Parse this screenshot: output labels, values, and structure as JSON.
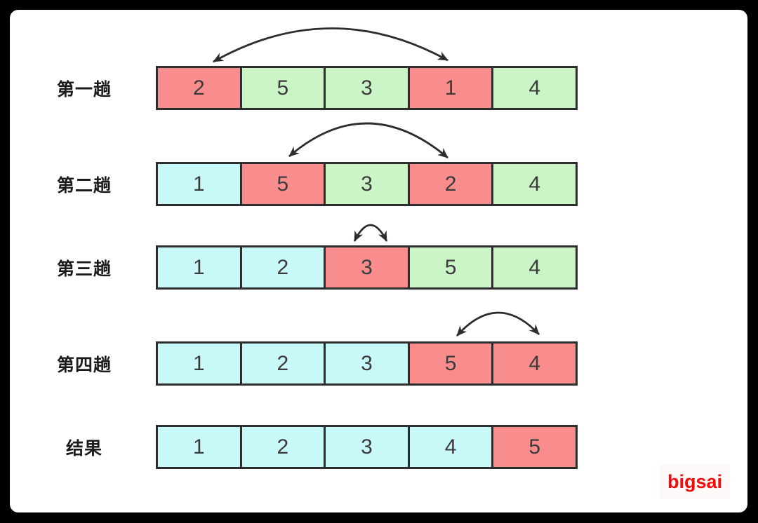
{
  "palette": {
    "red": "#f98d8d",
    "green": "#ccf5c7",
    "cyan": "#c9f8f8",
    "stroke": "#2d2d2d",
    "frame_bg": "#000000",
    "card_bg": "#ffffff",
    "number_color": "#3b3b3b",
    "label_color": "#1b1b1b",
    "arrow_color": "#2d2d2d"
  },
  "rows": [
    {
      "label": "第一趟",
      "cells": [
        {
          "value": "2",
          "color": "red"
        },
        {
          "value": "5",
          "color": "green"
        },
        {
          "value": "3",
          "color": "green"
        },
        {
          "value": "1",
          "color": "red"
        },
        {
          "value": "4",
          "color": "green"
        }
      ],
      "swap": {
        "from": 0,
        "to": 3
      }
    },
    {
      "label": "第二趟",
      "cells": [
        {
          "value": "1",
          "color": "cyan"
        },
        {
          "value": "5",
          "color": "red"
        },
        {
          "value": "3",
          "color": "green"
        },
        {
          "value": "2",
          "color": "red"
        },
        {
          "value": "4",
          "color": "green"
        }
      ],
      "swap": {
        "from": 1,
        "to": 3
      }
    },
    {
      "label": "第三趟",
      "cells": [
        {
          "value": "1",
          "color": "cyan"
        },
        {
          "value": "2",
          "color": "cyan"
        },
        {
          "value": "3",
          "color": "red"
        },
        {
          "value": "5",
          "color": "green"
        },
        {
          "value": "4",
          "color": "green"
        }
      ],
      "swap": {
        "from": 2,
        "to": 2
      }
    },
    {
      "label": "第四趟",
      "cells": [
        {
          "value": "1",
          "color": "cyan"
        },
        {
          "value": "2",
          "color": "cyan"
        },
        {
          "value": "3",
          "color": "cyan"
        },
        {
          "value": "5",
          "color": "red"
        },
        {
          "value": "4",
          "color": "red"
        }
      ],
      "swap": {
        "from": 3,
        "to": 4
      }
    },
    {
      "label": "结果",
      "cells": [
        {
          "value": "1",
          "color": "cyan"
        },
        {
          "value": "2",
          "color": "cyan"
        },
        {
          "value": "3",
          "color": "cyan"
        },
        {
          "value": "4",
          "color": "cyan"
        },
        {
          "value": "5",
          "color": "red"
        }
      ],
      "swap": null
    }
  ],
  "watermark": {
    "text": "bigsai",
    "color": "#f40b0b"
  }
}
